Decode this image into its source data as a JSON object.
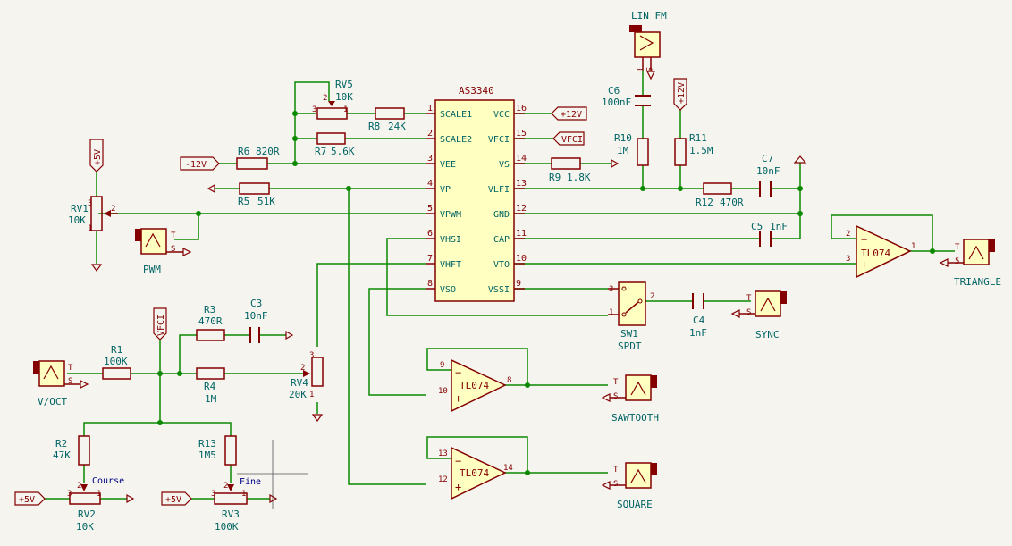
{
  "ic": {
    "name": "AS3340",
    "left_pins": [
      {
        "num": "1",
        "name": "SCALE1"
      },
      {
        "num": "2",
        "name": "SCALE2"
      },
      {
        "num": "3",
        "name": "VEE"
      },
      {
        "num": "4",
        "name": "VP"
      },
      {
        "num": "5",
        "name": "VPWM"
      },
      {
        "num": "6",
        "name": "VHSI"
      },
      {
        "num": "7",
        "name": "VHFT"
      },
      {
        "num": "8",
        "name": "VSO"
      }
    ],
    "right_pins": [
      {
        "num": "16",
        "name": "VCC"
      },
      {
        "num": "15",
        "name": "VFCI"
      },
      {
        "num": "14",
        "name": "VS"
      },
      {
        "num": "13",
        "name": "VLFI"
      },
      {
        "num": "12",
        "name": "GND"
      },
      {
        "num": "11",
        "name": "CAP"
      },
      {
        "num": "10",
        "name": "VTO"
      },
      {
        "num": "9",
        "name": "VSSI"
      }
    ]
  },
  "resistors": [
    {
      "ref": "R1",
      "value": "100K"
    },
    {
      "ref": "R2",
      "value": "47K"
    },
    {
      "ref": "R3",
      "value": "470R"
    },
    {
      "ref": "R4",
      "value": "1M"
    },
    {
      "ref": "R5",
      "value": "51K"
    },
    {
      "ref": "R6",
      "value": "820R"
    },
    {
      "ref": "R7",
      "value": "5.6K"
    },
    {
      "ref": "R8",
      "value": "24K"
    },
    {
      "ref": "R9",
      "value": "1.8K"
    },
    {
      "ref": "R10",
      "value": "1M"
    },
    {
      "ref": "R11",
      "value": "1.5M"
    },
    {
      "ref": "R12",
      "value": "470R"
    },
    {
      "ref": "R13",
      "value": "1M5"
    }
  ],
  "capacitors": [
    {
      "ref": "C3",
      "value": "10nF"
    },
    {
      "ref": "C4",
      "value": "1nF"
    },
    {
      "ref": "C5",
      "value": "1nF"
    },
    {
      "ref": "C6",
      "value": "100nF"
    },
    {
      "ref": "C7",
      "value": "10nF"
    }
  ],
  "pots": [
    {
      "ref": "RV1",
      "value": "10K"
    },
    {
      "ref": "RV2",
      "value": "10K",
      "label": "Course"
    },
    {
      "ref": "RV3",
      "value": "100K",
      "label": "Fine"
    },
    {
      "ref": "RV4",
      "value": "20K"
    },
    {
      "ref": "RV5",
      "value": "10K"
    }
  ],
  "switch": {
    "ref": "SW1",
    "type": "SPDT"
  },
  "opamps": [
    {
      "name": "TL074",
      "pins": [
        "2",
        "3",
        "1"
      ]
    },
    {
      "name": "TL074",
      "pins": [
        "9",
        "10",
        "8"
      ]
    },
    {
      "name": "TL074",
      "pins": [
        "13",
        "12",
        "14"
      ]
    }
  ],
  "jacks": [
    "LIN_FM",
    "PWM",
    "V/OCT",
    "TRIANGLE",
    "SYNC",
    "SAWTOOTH",
    "SQUARE"
  ],
  "jack_pins": {
    "t": "T",
    "s": "S",
    "num5": "5"
  },
  "power": {
    "pos12": "+12V",
    "neg12": "-12V",
    "pos5": "+5V",
    "vfci": "VFCI"
  },
  "pin_numbers": {
    "p1": "1",
    "p2": "2",
    "p3": "3"
  },
  "colors": {
    "wire": "#0b8a00",
    "body": "#840000",
    "fill": "#ffffc2",
    "pin": "#840000",
    "ref": "#006464",
    "text": "#840000",
    "label": "#000084",
    "bg": "#f5f4ef"
  }
}
